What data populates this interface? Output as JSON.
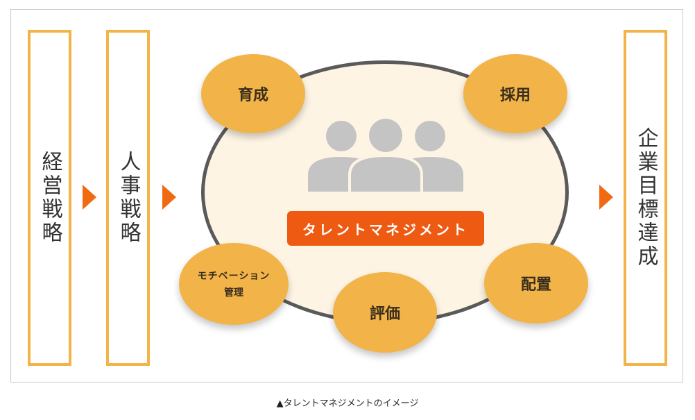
{
  "diagram": {
    "left_boxes": [
      {
        "label": "経営戦略"
      },
      {
        "label": "人事戦略"
      }
    ],
    "right_box": {
      "label": "企業目標達成"
    },
    "center_label": "タレントマネジメント",
    "bubbles": {
      "ikusei": "育成",
      "saiyou": "採用",
      "motivation_line1": "モチベーション",
      "motivation_line2": "管理",
      "hyouka": "評価",
      "haichi": "配置"
    },
    "icons": {
      "center": "people-group-icon",
      "arrows": "triangle-right-icon"
    }
  },
  "caption": "▲タレントマネジメントのイメージ",
  "colors": {
    "accent_orange": "#f06a12",
    "bubble_yellow": "#f2b449",
    "ring_fill": "#fdf4e4",
    "ring_border": "#5a5a5a",
    "people_gray": "#c4c4c4"
  }
}
